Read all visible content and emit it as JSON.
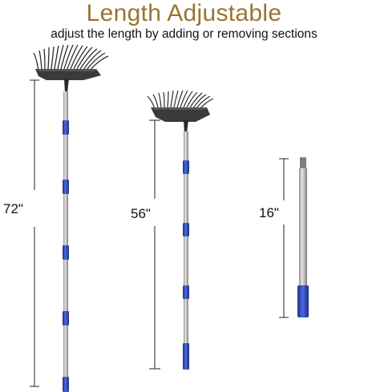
{
  "header": {
    "title": "Length Adjustable",
    "subtitle": "adjust the length by adding or removing sections"
  },
  "products": [
    {
      "length_label": "72\""
    },
    {
      "length_label": "56\""
    },
    {
      "length_label": "16\""
    }
  ],
  "colors": {
    "title": "#9b7430",
    "sleeve_blue": "#2f4fc2",
    "pole_silver": "#c9c6bf",
    "rake_dark": "#2b2b2b"
  }
}
